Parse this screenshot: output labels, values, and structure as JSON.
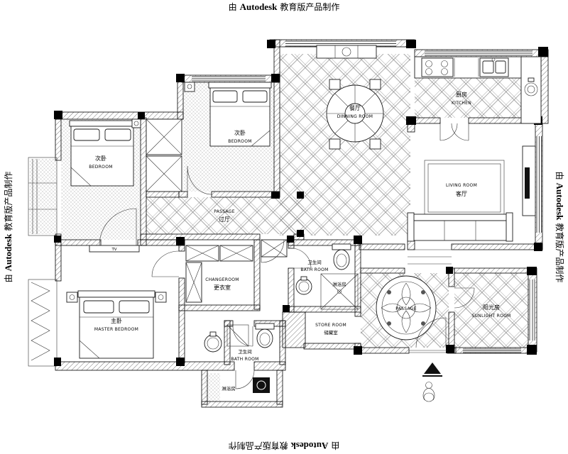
{
  "watermark": {
    "prefix": "由",
    "brand": "Autodesk",
    "suffix": "教育版产品制作"
  },
  "rooms": {
    "bedroom_top_left": {
      "cn": "次卧",
      "en": "BEDROOM"
    },
    "bedroom_top_middle": {
      "cn": "次卧",
      "en": "BEDROOM"
    },
    "dining_room": {
      "cn": "餐厅",
      "en": "DINNING ROOM"
    },
    "kitchen": {
      "cn": "厨房",
      "en": "KITCHEN"
    },
    "living_room": {
      "en": "LIVING ROOM",
      "cn": "客厅"
    },
    "passage_middle": {
      "en": "PASSAGE",
      "cn": "过厅"
    },
    "changeroom": {
      "en": "CHANGEROOM",
      "cn": "更衣室"
    },
    "bathroom_middle": {
      "cn": "卫生间",
      "en": "BATH ROOM"
    },
    "shower_middle": {
      "cn": "淋浴房"
    },
    "master_bedroom": {
      "cn": "主卧",
      "en": "MASTER BEDROOM"
    },
    "bathroom_bottom": {
      "cn": "卫生间",
      "en": "BATH ROOM"
    },
    "shower_bottom": {
      "cn": "淋浴房"
    },
    "store_room": {
      "en": "STORE ROOM",
      "cn": "储藏室"
    },
    "passage_bottom": {
      "en": "PASSAGE"
    },
    "sunlight_room": {
      "cn": "阳光房",
      "en": "SUNLIGHT ROOM"
    }
  },
  "labels": {
    "tv": "TV"
  },
  "colors": {
    "line": "#1a1a1a",
    "hatch": "#8a8a8a",
    "background": "#ffffff"
  }
}
